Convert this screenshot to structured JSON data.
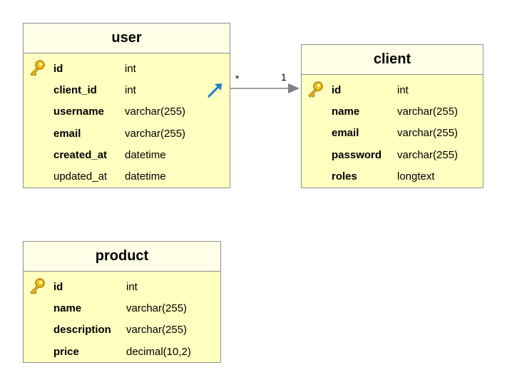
{
  "tables": [
    {
      "id": "user",
      "title": "user",
      "columns": [
        {
          "name": "id",
          "type": "int",
          "pk": true,
          "bold": true
        },
        {
          "name": "client_id",
          "type": "int",
          "fk": true,
          "bold": true
        },
        {
          "name": "username",
          "type": "varchar(255)",
          "bold": true
        },
        {
          "name": "email",
          "type": "varchar(255)",
          "bold": true
        },
        {
          "name": "created_at",
          "type": "datetime",
          "bold": true
        },
        {
          "name": "updated_at",
          "type": "datetime",
          "bold": false
        }
      ]
    },
    {
      "id": "client",
      "title": "client",
      "columns": [
        {
          "name": "id",
          "type": "int",
          "pk": true,
          "bold": true
        },
        {
          "name": "name",
          "type": "varchar(255)",
          "bold": true
        },
        {
          "name": "email",
          "type": "varchar(255)",
          "bold": true
        },
        {
          "name": "password",
          "type": "varchar(255)",
          "bold": true
        },
        {
          "name": "roles",
          "type": "longtext",
          "bold": true
        }
      ]
    },
    {
      "id": "product",
      "title": "product",
      "columns": [
        {
          "name": "id",
          "type": "int",
          "pk": true,
          "bold": true
        },
        {
          "name": "name",
          "type": "varchar(255)",
          "bold": true
        },
        {
          "name": "description",
          "type": "varchar(255)",
          "bold": true
        },
        {
          "name": "price",
          "type": "decimal(10,2)",
          "bold": true
        }
      ]
    }
  ],
  "relation": {
    "from_table": "user",
    "from_column": "client_id",
    "to_table": "client",
    "from_cardinality": "*",
    "to_cardinality": "1"
  },
  "colors": {
    "table_fill": "#ffffc0",
    "header_fill": "#ffffe8",
    "border": "#909090",
    "key": "#e8b800",
    "fk_arrow": "#2080d0",
    "connector": "#808080"
  },
  "icons": {
    "primary_key": "key-icon",
    "foreign_key": "foreign-key-arrow-icon"
  }
}
